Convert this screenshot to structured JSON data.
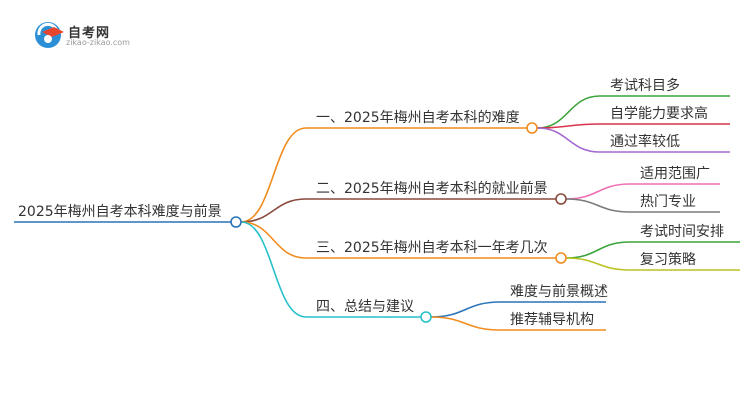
{
  "logo": {
    "name": "自考网",
    "url": "zikao-zikao.com"
  },
  "mindmap": {
    "root": "2025年梅州自考本科难度与前景",
    "branches": [
      {
        "label": "一、2025年梅州自考本科的难度",
        "color": "#f08c1e",
        "children": [
          {
            "label": "考试科目多",
            "color": "#3aa33a"
          },
          {
            "label": "自学能力要求高",
            "color": "#d9324c"
          },
          {
            "label": "通过率较低",
            "color": "#a36ad1"
          }
        ]
      },
      {
        "label": "二、2025年梅州自考本科的就业前景",
        "color": "#8a4a3c",
        "children": [
          {
            "label": "适用范围广",
            "color": "#ef6fb4"
          },
          {
            "label": "热门专业",
            "color": "#7a7a7a"
          }
        ]
      },
      {
        "label": "三、2025年梅州自考本科一年考几次",
        "color": "#f08c1e",
        "children": [
          {
            "label": "考试时间安排",
            "color": "#3aa33a"
          },
          {
            "label": "复习策略",
            "color": "#b9c21e"
          }
        ]
      },
      {
        "label": "四、总结与建议",
        "color": "#27c1c9",
        "children": [
          {
            "label": "难度与前景概述",
            "color": "#2a74b8"
          },
          {
            "label": "推荐辅导机构",
            "color": "#f08c1e"
          }
        ]
      }
    ]
  }
}
